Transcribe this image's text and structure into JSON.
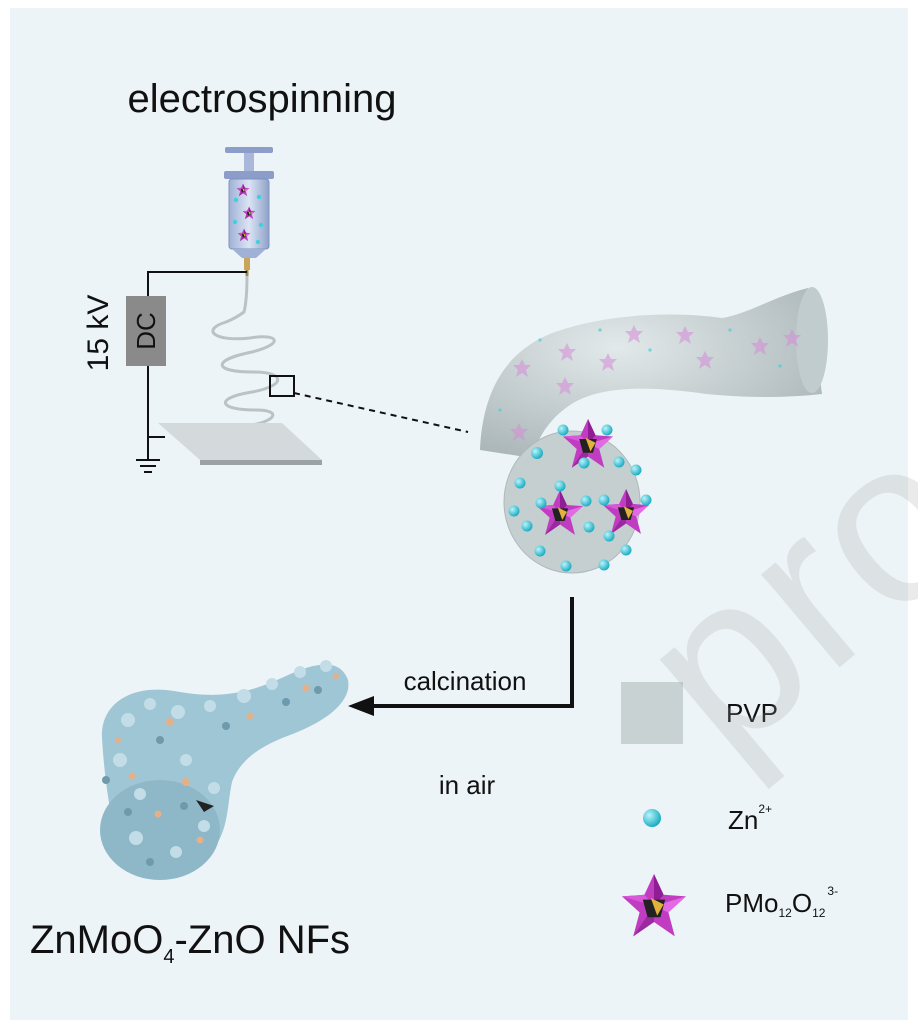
{
  "title": "electrospinning",
  "voltage_label": "15 kV",
  "power_label": "DC",
  "process": {
    "line1": "calcination",
    "line2": "in air"
  },
  "product": {
    "prefix": "ZnMoO",
    "sub": "4",
    "suffix": "-ZnO NFs"
  },
  "legend": {
    "pvp": "PVP",
    "zn_base": "Zn",
    "zn_sup": "2+",
    "pmo_p": "PMo",
    "pmo_sub1": "12",
    "pmo_o": "O",
    "pmo_sub2": "12",
    "pmo_sup": "3-"
  },
  "watermark": "proo",
  "colors": {
    "background": "#edf4f7",
    "fiber": "#c8d2d3",
    "zn_ion": "#3fd0e0",
    "polyoxometalate": "#c03cc0",
    "product_fiber": "#9fc6d4",
    "product_accent": "#e4b08a"
  }
}
